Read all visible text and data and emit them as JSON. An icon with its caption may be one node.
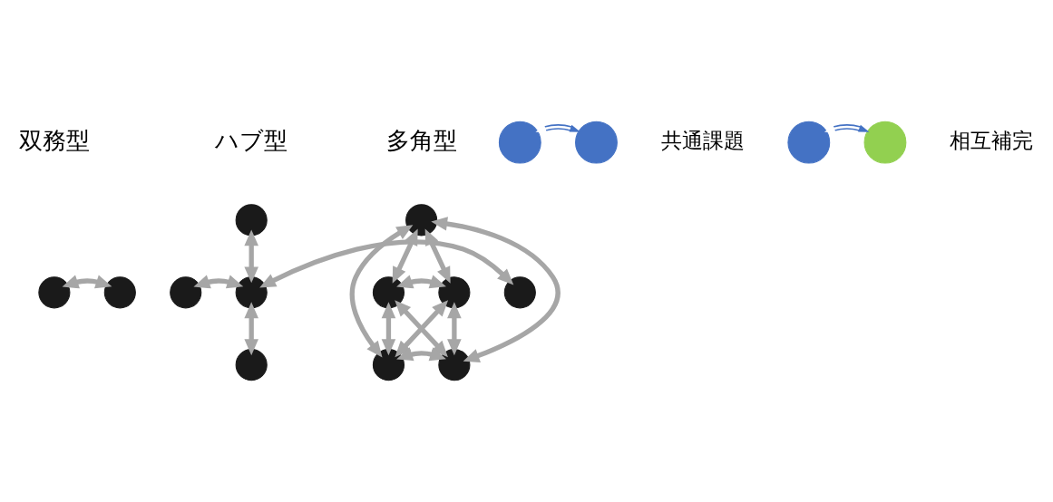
{
  "diagram": {
    "nodes": [
      {
        "text": [],
        "shape": "circle"
      },
      {
        "text": [],
        "shape": "circle"
      },
      {
        "text": [],
        "shape": "circle"
      },
      {
        "text": [],
        "shape": "circle"
      },
      {
        "text": [],
        "shape": "circle"
      },
      {
        "text": [],
        "shape": "circle"
      },
      {
        "text": [],
        "shape": "circle"
      },
      {
        "text": [],
        "shape": "circle"
      },
      {
        "text": [],
        "shape": "circle"
      },
      {
        "text": [],
        "shape": "circle"
      },
      {
        "text": [],
        "shape": "circle"
      },
      {
        "text": [],
        "shape": "circle"
      },
      {
        "text": [],
        "shape": "circle"
      },
      {
        "text": [],
        "shape": "circle",
        "beside": [
          "共通課題"
        ]
      },
      {
        "text": [],
        "shape": "circle"
      },
      {
        "text": [],
        "shape": "circle",
        "beside": [
          "相互補完"
        ]
      }
    ],
    "edges": [
      {
        "from": 0,
        "to": 1,
        "arrow": "both"
      },
      {
        "from": 2,
        "to": 4,
        "arrow": "both"
      },
      {
        "from": 3,
        "to": 4,
        "arrow": "both"
      },
      {
        "from": 4,
        "to": 5,
        "arrow": "both"
      },
      {
        "from": 4,
        "to": 6,
        "arrow": "both"
      },
      {
        "from": 7,
        "to": 8,
        "arrow": "both"
      },
      {
        "from": 7,
        "to": 9,
        "arrow": "both"
      },
      {
        "from": 7,
        "to": 10,
        "arrow": "both"
      },
      {
        "from": 7,
        "to": 11,
        "arrow": "both"
      },
      {
        "from": 8,
        "to": 9,
        "arrow": "both"
      },
      {
        "from": 8,
        "to": 10,
        "arrow": "both"
      },
      {
        "from": 8,
        "to": 11,
        "arrow": "both"
      },
      {
        "from": 9,
        "to": 10,
        "arrow": "both"
      },
      {
        "from": 9,
        "to": 11,
        "arrow": "both"
      },
      {
        "from": 10,
        "to": 11,
        "arrow": "both"
      },
      {
        "from": 12,
        "to": 13,
        "arrow": "both",
        "color": "#4472c4"
      },
      {
        "from": 14,
        "to": 15,
        "arrow": "both",
        "color": "#4472c4"
      }
    ],
    "labels": [
      "双務型",
      "ハブ型",
      "多角型"
    ]
  }
}
